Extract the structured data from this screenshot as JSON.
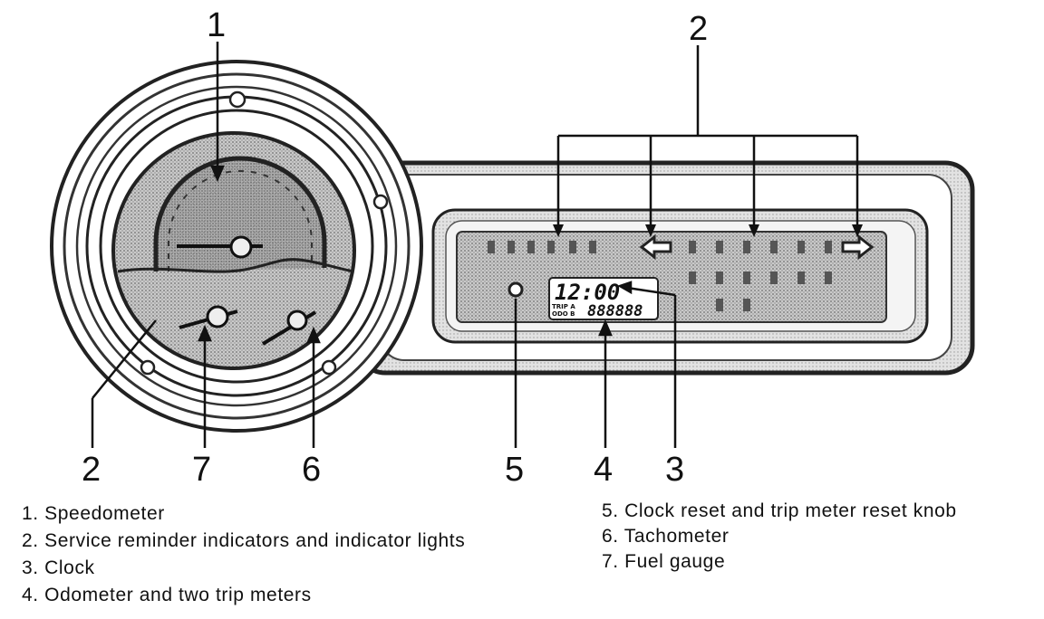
{
  "callouts": {
    "top_left": "1",
    "top_right": "2",
    "bottom": [
      "2",
      "7",
      "6",
      "5",
      "4",
      "3"
    ]
  },
  "lcd": {
    "time": "12:00",
    "odometer": "888888",
    "trip_label_top": "TRIP A",
    "trip_label_bottom": "ODO B"
  },
  "legend": {
    "left": [
      "1.  Speedometer",
      "2.  Service reminder indicators and indicator lights",
      "3.  Clock",
      "4.  Odometer and two trip meters"
    ],
    "right": [
      "5.  Clock reset and trip meter reset knob",
      "6.  Tachometer",
      "7.  Fuel gauge"
    ]
  }
}
